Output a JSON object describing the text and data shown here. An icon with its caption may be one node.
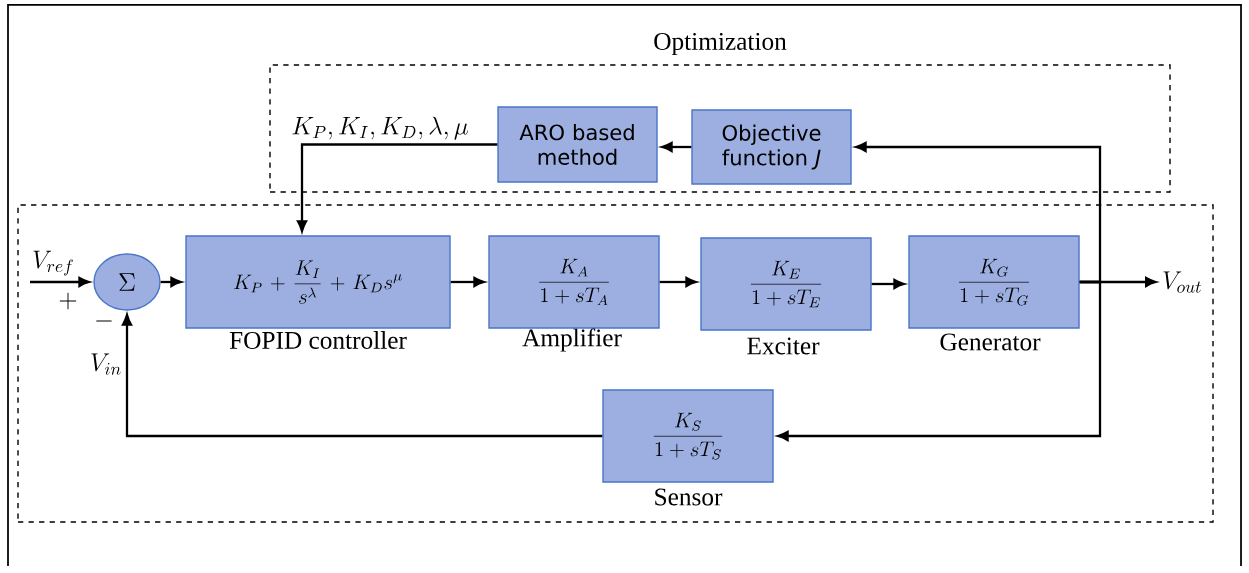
{
  "diagram": {
    "nodes": [
      {
        "text": [
          "Optimization"
        ]
      },
      {
        "text": [
          "ARO based method"
        ],
        "in": 0
      },
      {
        "text": [
          "Objective function *J*"
        ],
        "in": 0
      },
      {
        "text": [],
        "shape": "box"
      },
      {
        "text": [
          "\\Sigma"
        ],
        "in": 3
      },
      {
        "text": [
          "K_P + \\frac{K_I}{s^{\\lambda}} + K_D s^{\\mu}"
        ],
        "beside": [
          "FOPID controller"
        ],
        "in": 3
      },
      {
        "text": [
          "\\frac{K_A}{1 + sT_A}"
        ],
        "beside": [
          "Amplifier"
        ],
        "in": 3
      },
      {
        "text": [
          "\\frac{K_E}{1 + sT_E}"
        ],
        "beside": [
          "Exciter"
        ],
        "in": 3
      },
      {
        "text": [
          "\\frac{K_G}{1 + sT_G}"
        ],
        "beside": [
          "Generator"
        ],
        "in": 3
      },
      {
        "text": [
          "\\frac{K_S}{1 + sT_S}"
        ],
        "beside": [
          "Sensor"
        ],
        "in": 3
      },
      {
        "text": [
          "V_{out}"
        ],
        "in": 3
      },
      {
        "text": [
          "V_{ref}"
        ],
        "in": 3
      }
    ],
    "edges": [
      {
        "from": 11,
        "to": 4,
        "arrow": "to"
      },
      {
        "from": 4,
        "to": 5,
        "arrow": "to"
      },
      {
        "from": 5,
        "to": 6,
        "arrow": "to"
      },
      {
        "from": 6,
        "to": 7,
        "arrow": "to"
      },
      {
        "from": 7,
        "to": 8,
        "arrow": "to"
      },
      {
        "from": 8,
        "to": 10,
        "arrow": "to"
      },
      {
        "from": 8,
        "to": 9,
        "arrow": "to"
      },
      {
        "from": 8,
        "to": 2,
        "arrow": "to"
      },
      {
        "from": 2,
        "to": 1,
        "arrow": "to"
      },
      {
        "from": 1,
        "to": 5,
        "arrow": "to",
        "label": "K_P, K_I, K_D, \\lambda , \\mu"
      },
      {
        "from": 9,
        "to": 4,
        "arrow": "to",
        "label": "V_{in}"
      }
    ],
    "labels": [
      "+",
      "-"
    ]
  }
}
